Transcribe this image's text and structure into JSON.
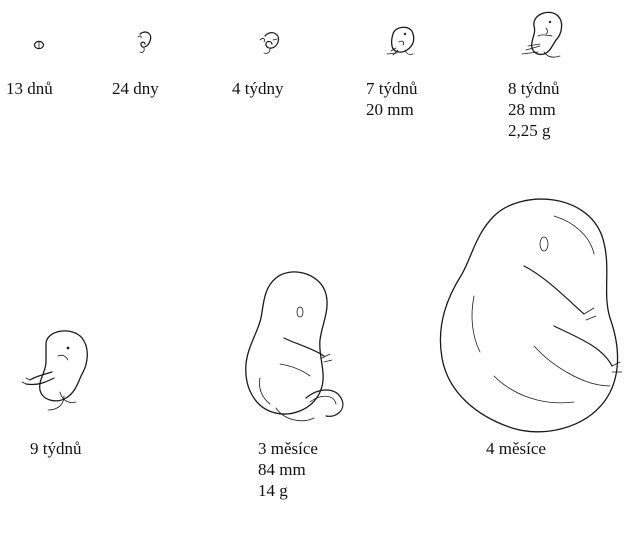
{
  "stages": [
    {
      "id": "s1",
      "lines": [
        "13 dnů"
      ],
      "icon": "embryo-13-days-icon"
    },
    {
      "id": "s2",
      "lines": [
        "24 dny"
      ],
      "icon": "embryo-24-days-icon"
    },
    {
      "id": "s3",
      "lines": [
        "4 týdny"
      ],
      "icon": "embryo-4-weeks-icon"
    },
    {
      "id": "s4",
      "lines": [
        "7 týdnů",
        "20 mm"
      ],
      "icon": "embryo-7-weeks-icon"
    },
    {
      "id": "s5",
      "lines": [
        "8 týdnů",
        "28 mm",
        "2,25 g"
      ],
      "icon": "embryo-8-weeks-icon"
    },
    {
      "id": "s6",
      "lines": [
        "9 týdnů"
      ],
      "icon": "fetus-9-weeks-icon"
    },
    {
      "id": "s7",
      "lines": [
        "3 měsíce",
        "84 mm",
        "14 g"
      ],
      "icon": "fetus-3-months-icon"
    },
    {
      "id": "s8",
      "lines": [
        "4 měsíce"
      ],
      "icon": "fetus-4-months-icon"
    }
  ]
}
